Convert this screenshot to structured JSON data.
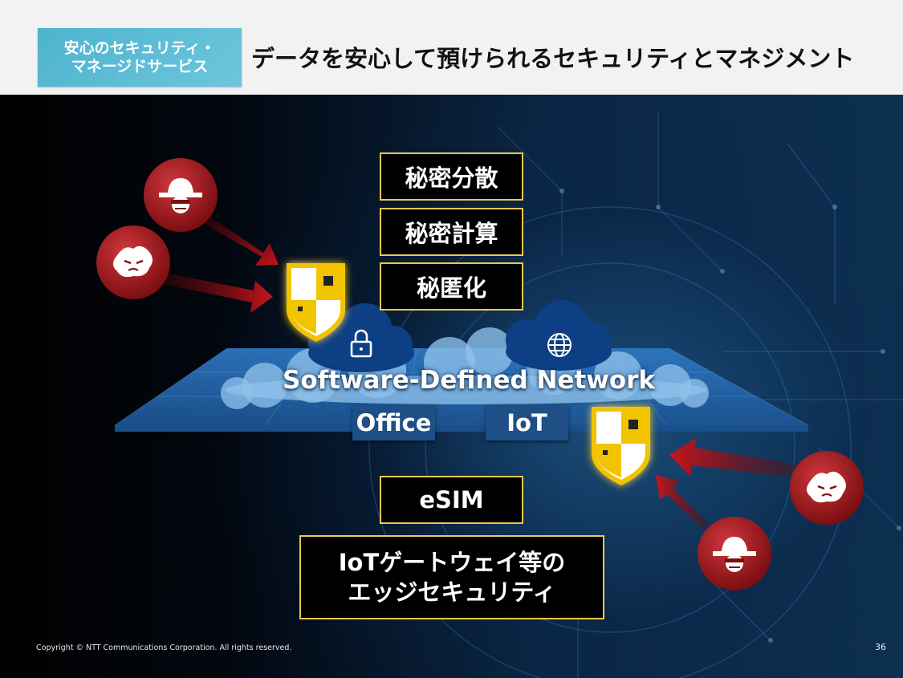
{
  "header": {
    "badge_line1": "安心のセキュリティ・",
    "badge_line2": "マネージドサービス",
    "title": "データを安心して預けられるセキュリティとマネジメント"
  },
  "security_layers": [
    "秘密分散",
    "秘密計算",
    "秘匿化"
  ],
  "network": {
    "label": "Software-Defined Network",
    "tags": [
      "Office",
      "IoT"
    ]
  },
  "edge": {
    "esim": "eSIM",
    "gateway_line1": "IoTゲートウェイ等の",
    "gateway_line2": "エッジセキュリティ"
  },
  "icons": {
    "threats": [
      "hacker-icon",
      "virus-icon",
      "virus-icon",
      "hacker-icon"
    ],
    "shields": [
      "shield-icon",
      "shield-icon"
    ],
    "clouds": [
      "lock-icon",
      "globe-icon"
    ]
  },
  "colors": {
    "accent_border": "#e9c84a",
    "threat_red": "#a8181c",
    "shield_gold": "#f2c400",
    "network_blue": "#2a6fba"
  },
  "footer": {
    "copyright": "Copyright © NTT Communications Corporation. All rights reserved.",
    "page_number": "36"
  }
}
